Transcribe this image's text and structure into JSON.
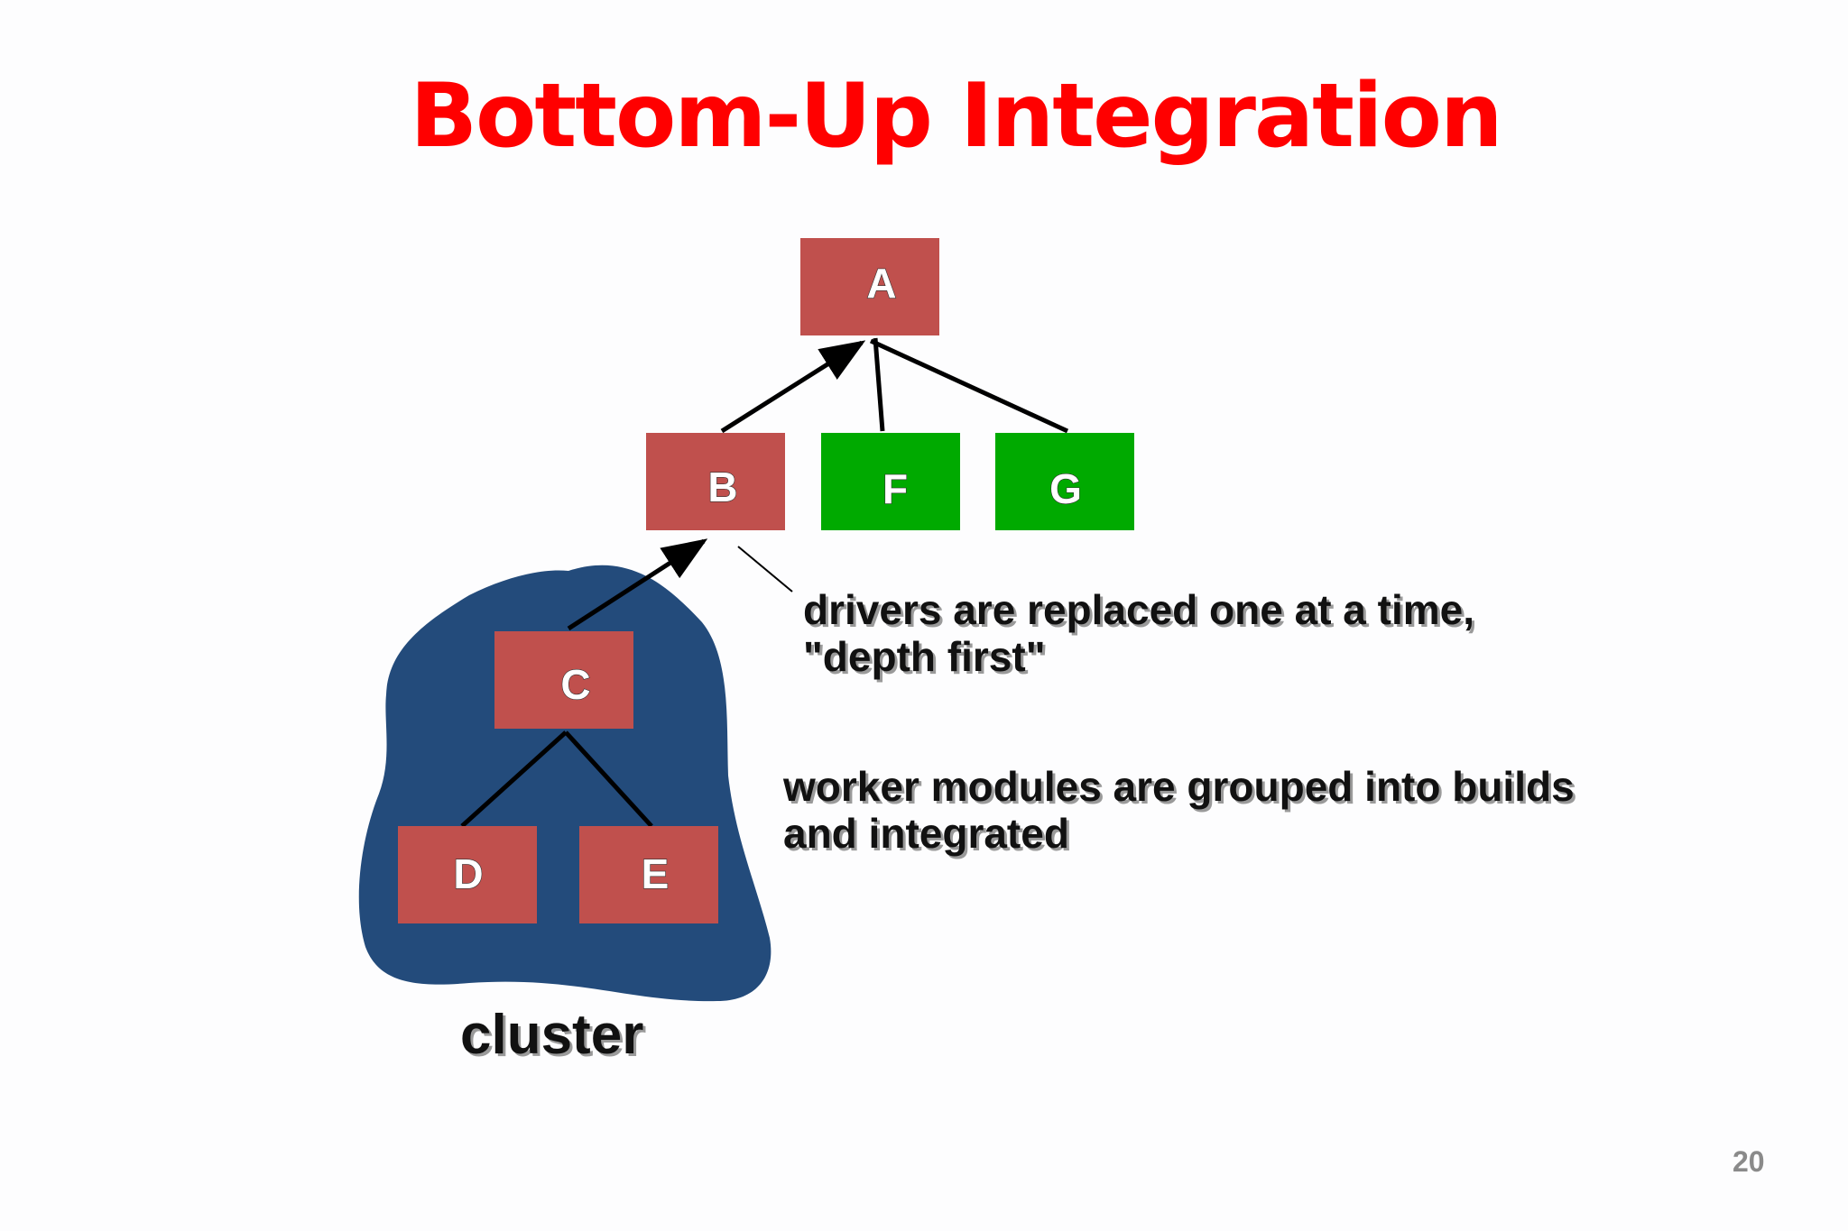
{
  "slide": {
    "title": "Bottom-Up Integration",
    "page_number": "20"
  },
  "diagram": {
    "nodes": {
      "A": "A",
      "B": "B",
      "C": "C",
      "D": "D",
      "E": "E",
      "F": "F",
      "G": "G"
    },
    "cluster_label": "cluster",
    "note_drivers": "drivers are replaced one at a time, \"depth first\"",
    "note_workers": "worker modules are grouped into builds and integrated"
  },
  "colors": {
    "title": "#ff0000",
    "driver_module": "#c0504d",
    "stub_module": "#00aa00",
    "cluster": "#234b7b",
    "background": "#fdfdfe"
  }
}
